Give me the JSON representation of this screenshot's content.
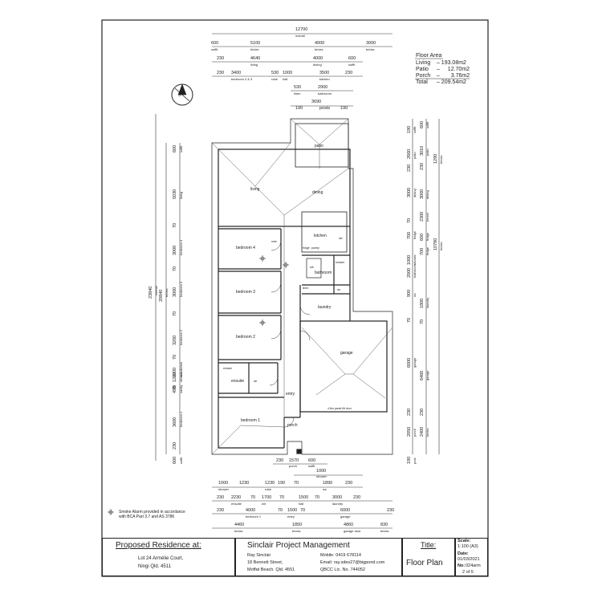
{
  "floor_area": {
    "heading": "Floor Area",
    "rows": [
      {
        "label": "Living",
        "value": "193.08m2"
      },
      {
        "label": "Patio",
        "value": "12.70m2"
      },
      {
        "label": "Porch",
        "value": "3.76m2"
      },
      {
        "label": "Total",
        "value": "209.54m2"
      }
    ]
  },
  "rooms": {
    "patio": "patio",
    "living": "living",
    "dining": "dining",
    "kitchen": "kitchen",
    "bedroom4": "bedroom 4",
    "bedroom3": "bedroom 3",
    "bedroom2": "bedroom 2",
    "bedroom1": "bedroom 1",
    "bathroom": "bathroom",
    "laundry": "laundry",
    "garage": "garage",
    "ensuite": "ensuite",
    "entry": "entry",
    "porch": "porch",
    "wc": "wc",
    "shower": "shower",
    "robe": "robe",
    "wir": "wir",
    "linen": "linen",
    "fridge": "fridge",
    "pantry": "pantry",
    "tub": "tub",
    "dw": "dw"
  },
  "garage_door": "4.8m panel-lift door",
  "smoke_note": [
    "Smoke Alarm provided in accordance",
    "with BCA Part 3.7 and AS 3786"
  ],
  "north_label": "north",
  "dims_top": {
    "overall": {
      "value": "12700",
      "label": "overall"
    },
    "row1": [
      {
        "value": "600",
        "label": "soffit"
      },
      {
        "value": "5100",
        "label": "bricks"
      },
      {
        "value": "4000",
        "label": "bricks"
      },
      {
        "value": "3000",
        "label": "bricks"
      }
    ],
    "row2": [
      {
        "value": "230",
        "label": ""
      },
      {
        "value": "4640",
        "label": "living"
      },
      {
        "value": "4000",
        "label": "dining"
      },
      {
        "value": "600",
        "label": "soffit"
      }
    ],
    "row3": [
      {
        "value": "230",
        "label": ""
      },
      {
        "value": "3400",
        "label": "bedroom 2 & 3"
      },
      {
        "value": "530",
        "label": "robe"
      },
      {
        "value": "1000",
        "label": "hall"
      },
      {
        "value": "3500",
        "label": "kitchen"
      },
      {
        "value": "230",
        "label": ""
      }
    ],
    "row4": [
      {
        "value": "530",
        "label": "linen"
      },
      {
        "value": "2900",
        "label": "bathroom"
      }
    ],
    "row5": [
      {
        "value": "3690",
        "label": ""
      },
      {
        "value": "190",
        "label": ""
      },
      {
        "value": "posts",
        "label": ""
      },
      {
        "value": "190",
        "label": ""
      }
    ]
  },
  "dims_bottom": {
    "row1": [
      {
        "value": "230",
        "label": ""
      },
      {
        "value": "1570",
        "label": "porch"
      },
      {
        "value": "600",
        "label": "soffit"
      }
    ],
    "row2": [
      {
        "value": "1000",
        "label": "shower"
      }
    ],
    "row3": [
      {
        "value": "1000",
        "label": "shower"
      },
      {
        "value": "1230",
        "label": ""
      },
      {
        "value": "1230",
        "label": "robe"
      },
      {
        "value": "190",
        "label": ""
      },
      {
        "value": "70",
        "label": ""
      },
      {
        "value": "1890",
        "label": "wc"
      },
      {
        "value": "230",
        "label": ""
      }
    ],
    "row4": [
      {
        "value": "230",
        "label": ""
      },
      {
        "value": "2230",
        "label": "ensuite"
      },
      {
        "value": "70",
        "label": ""
      },
      {
        "value": "1700",
        "label": "wir"
      },
      {
        "value": "70",
        "label": ""
      },
      {
        "value": "1500",
        "label": "hall"
      },
      {
        "value": "70",
        "label": ""
      },
      {
        "value": "3000",
        "label": "laundry"
      },
      {
        "value": "230",
        "label": ""
      }
    ],
    "row5": [
      {
        "value": "230",
        "label": ""
      },
      {
        "value": "4000",
        "label": "bedroom 1"
      },
      {
        "value": "70",
        "label": ""
      },
      {
        "value": "1500",
        "label": "entry"
      },
      {
        "value": "70",
        "label": ""
      },
      {
        "value": "6000",
        "label": "garage"
      },
      {
        "value": "230",
        "label": ""
      }
    ],
    "row6": [
      {
        "value": "4460",
        "label": "bricks"
      },
      {
        "value": "1850",
        "label": "bricks"
      },
      {
        "value": "4860",
        "label": "garage door"
      },
      {
        "value": "830",
        "label": "bricks"
      }
    ]
  },
  "dims_left": {
    "overall": {
      "value": "23840",
      "label": "overall"
    },
    "bricks": {
      "value": "20840",
      "label": "bricks"
    },
    "rooms": [
      {
        "value": "600",
        "label": "soffit"
      },
      {
        "value": "5030",
        "label": "living"
      },
      {
        "value": "70",
        "label": ""
      },
      {
        "value": "3000",
        "label": "bedroom 4"
      },
      {
        "value": "70",
        "label": ""
      },
      {
        "value": "3000",
        "label": "bedroom 3"
      },
      {
        "value": "70",
        "label": ""
      },
      {
        "value": "3200",
        "label": "bedroom 2"
      },
      {
        "value": "70",
        "label": ""
      },
      {
        "value": "2200",
        "label": "ensuite/wir"
      },
      {
        "value": "70",
        "label": ""
      },
      {
        "value": "1200",
        "label": "shower"
      },
      {
        "value": "450",
        "label": "vanity"
      },
      {
        "value": "3600",
        "label": "bedroom 1"
      },
      {
        "value": "230",
        "label": ""
      },
      {
        "value": "600",
        "label": "soffit"
      }
    ]
  },
  "dims_right": {
    "inner": [
      {
        "value": "190",
        "label": "soffit"
      },
      {
        "value": "2660",
        "label": "patio"
      },
      {
        "value": "230",
        "label": ""
      },
      {
        "value": "3000",
        "label": "dining"
      },
      {
        "value": "70",
        "label": ""
      },
      {
        "value": "700",
        "label": "fridge"
      },
      {
        "value": "1000",
        "label": "shower"
      },
      {
        "value": "2000",
        "label": "bathroom"
      },
      {
        "value": "900",
        "label": "wc"
      },
      {
        "value": "70",
        "label": ""
      },
      {
        "value": "6000",
        "label": "garage"
      },
      {
        "value": "230",
        "label": ""
      },
      {
        "value": "2050",
        "label": "porch"
      },
      {
        "value": "190",
        "label": "post"
      }
    ],
    "middle": [
      {
        "value": "600",
        "label": "soffit"
      },
      {
        "value": "3010",
        "label": "patio"
      },
      {
        "value": "230",
        "label": ""
      },
      {
        "value": "3000",
        "label": "dining"
      },
      {
        "value": "2300",
        "label": "bench"
      },
      {
        "value": "600",
        "label": "fridge"
      },
      {
        "value": "700",
        "label": "fridge"
      },
      {
        "value": "1800",
        "label": "laundry"
      },
      {
        "value": "70",
        "label": ""
      },
      {
        "value": "6460",
        "label": "garage"
      },
      {
        "value": "230",
        "label": ""
      },
      {
        "value": "2400",
        "label": "bricks"
      }
    ],
    "outer": [
      {
        "value": "1290",
        "label": "bricks"
      },
      {
        "value": "10780",
        "label": "bricks"
      }
    ]
  },
  "title_block": {
    "proposed_heading": "Proposed Residence at:",
    "address1": "Lot 24 Armélie Court,",
    "address2": "Ningi Qld. 4511",
    "company": "Sinclair Project Management",
    "contact": [
      "Ray Sinclair",
      "18 Bennett Street,",
      "Moffat Beach. Qld. 4551"
    ],
    "contact2": [
      "Mobile: 0419 678114",
      "Email: ray.sdes27@bigpond.com",
      "QBCC Lic. No. 744052"
    ],
    "title_label": "Title:",
    "title_value": "Floor Plan",
    "scale_label": "Scale:",
    "scale_value": "1:100 (A3)",
    "date_label": "Date:",
    "date_value": "01/03/2021",
    "no_label": "No:",
    "no_value": "024arm",
    "page_value": "2 of 5"
  },
  "colors": {
    "line": "#222222",
    "light": "#777777"
  }
}
